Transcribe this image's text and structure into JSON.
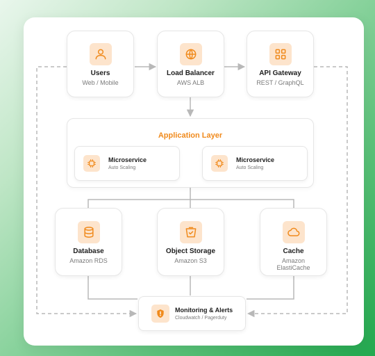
{
  "accent": "#f08a1c",
  "tile_bg": "#fde4cc",
  "line_color": "#b8b8b8",
  "nodes": {
    "users": {
      "title": "Users",
      "sub": "Web / Mobile",
      "icon": "user-icon"
    },
    "load_balancer": {
      "title": "Load Balancer",
      "sub": "AWS ALB",
      "icon": "globe-icon"
    },
    "api_gateway": {
      "title": "API Gateway",
      "sub": "REST / GraphQL",
      "icon": "grid-icon"
    },
    "database": {
      "title": "Database",
      "sub": "Amazon RDS",
      "icon": "database-icon"
    },
    "object_storage": {
      "title": "Object Storage",
      "sub": "Amazon S3",
      "icon": "bucket-icon"
    },
    "cache": {
      "title": "Cache",
      "sub": "Amazon ElastiCache",
      "icon": "cloud-icon"
    },
    "monitoring": {
      "title": "Monitoring & Alerts",
      "sub": "Cloudwatch / Pagerduty",
      "icon": "shield-alert-icon"
    }
  },
  "app_layer": {
    "title": "Application Layer",
    "microservices": [
      {
        "title": "Microservice",
        "sub": "Auto Scaling",
        "icon": "chip-icon"
      },
      {
        "title": "Microservice",
        "sub": "Auto Scaling",
        "icon": "chip-icon"
      }
    ]
  }
}
